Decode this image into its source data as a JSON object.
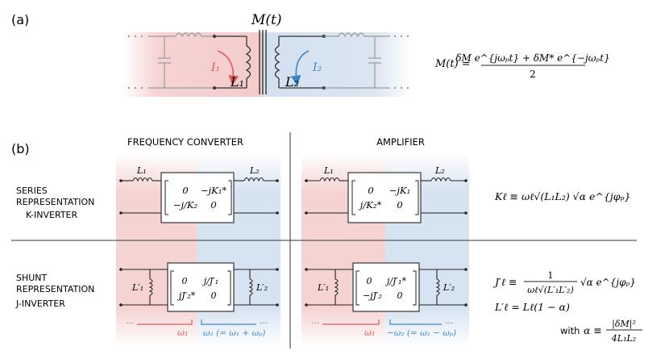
{
  "panel_a": {
    "label": "(a)",
    "coupling_label": "M(t)",
    "current_1": "I₁",
    "current_2": "I₂",
    "inductor_1": "L₁",
    "inductor_2": "L₂",
    "equation_lhs": "M(t) =",
    "equation_numerator": "δM e^{jωₚt} + δM* e^{−jωₚt}",
    "equation_denominator": "2"
  },
  "panel_b": {
    "label": "(b)",
    "col_frequency_converter": "FREQUENCY CONVERTER",
    "col_amplifier": "AMPLIFIER",
    "row_series": [
      "SERIES",
      "REPRESENTATION",
      "K-INVERTER"
    ],
    "row_shunt": [
      "SHUNT",
      "REPRESENTATION",
      "J-INVERTER"
    ],
    "series_fc_matrix": {
      "r1c1": "0",
      "r1c2": "−jK₁*",
      "r2c1": "−j/K₂",
      "r2c2": "0"
    },
    "series_amp_matrix": {
      "r1c1": "0",
      "r1c2": "−jK₁",
      "r2c1": "j/K₂*",
      "r2c2": "0"
    },
    "shunt_fc_matrix": {
      "r1c1": "0",
      "r1c2": "j/J′₁",
      "r2c1": "jJ′₂*",
      "r2c2": "0"
    },
    "shunt_amp_matrix": {
      "r1c1": "0",
      "r1c2": "j/J′₁*",
      "r2c1": "−jJ′₂",
      "r2c2": "0"
    },
    "series_L1": "L₁",
    "series_L2": "L₂",
    "shunt_L1": "L′₁",
    "shunt_L2": "L′₂",
    "omega1": "ω₁",
    "omega2_fc": "ω₂ (= ω₁ + ωₚ)",
    "omega2_amp": "−ω₂ (= ω₁ − ωₚ)",
    "eq_K": "Kℓ ≡ ωℓ√(L₁L₂) √α e^{jφₚ}",
    "eq_J_lhs": "J′ℓ ≡",
    "eq_J_num": "1",
    "eq_J_den": "ωℓ√(L′₁L′₂)",
    "eq_J_tail": "√α e^{jφₚ}",
    "eq_L": "L′ℓ = Lℓ(1 − α)",
    "eq_alpha_prefix": "with",
    "eq_alpha_lhs": "α ≡",
    "eq_alpha_num": "|δM|²",
    "eq_alpha_den": "4L₁L₂"
  },
  "colors": {
    "red": "#e05a5a",
    "blue": "#3b86c8",
    "red_bg": "#f6d3d3",
    "blue_bg": "#d6e3f1",
    "line": "#333333",
    "gray": "#999999"
  }
}
